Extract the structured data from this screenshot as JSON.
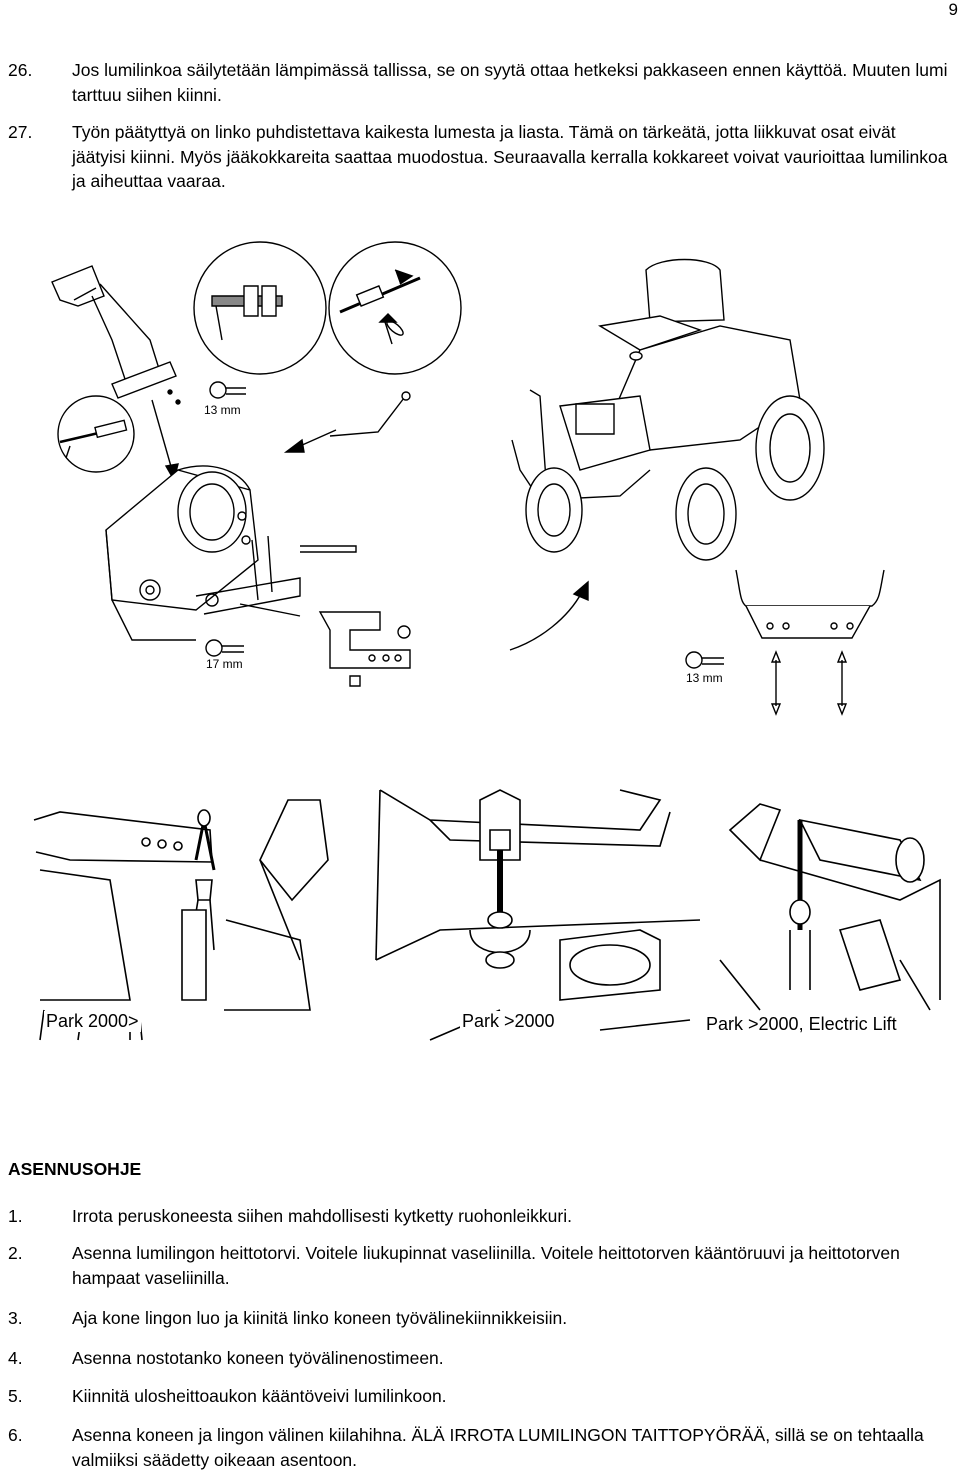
{
  "page_number": "9",
  "top_items": [
    {
      "number": "26.",
      "text": "Jos lumilinkoa säilytetään lämpimässä tallissa, se on syytä ottaa hetkeksi pakkaseen ennen käyttöä. Muuten lumi tarttuu siihen kiinni."
    },
    {
      "number": "27.",
      "text": "Työn päätyttyä on linko puhdistettava kaikesta lumesta ja liasta. Tämä on tärkeätä, jotta liikkuvat osat eivät jäätyisi kiinni. Myös jääkokkareita saattaa muodostua. Seuraavalla kerralla kokkareet voivat vaurioittaa lumilinkoa ja aiheuttaa vaaraa."
    }
  ],
  "figure_top": {
    "wrench_labels": [
      "13 mm",
      "17 mm",
      "13 mm"
    ]
  },
  "figure_bottom": {
    "labels": [
      "Park 2000>",
      "Park >2000",
      "Park >2000, Electric Lift"
    ]
  },
  "heading": "ASENNUSOHJE",
  "instructions": [
    {
      "number": "1.",
      "text": "Irrota peruskoneesta siihen mahdollisesti kytketty ruohonleikkuri."
    },
    {
      "number": "2.",
      "text": "Asenna lumilingon heittotorvi. Voitele liukupinnat vaseliinilla. Voitele heittotorven kääntöruuvi ja heittotorven hampaat vaseliinilla."
    },
    {
      "number": "3.",
      "text": "Aja kone lingon luo ja kiinitä linko koneen työvälinekiinnikkeisiin."
    },
    {
      "number": "4.",
      "text": "Asenna nostotanko koneen työvälinenostimeen."
    },
    {
      "number": "5.",
      "text": "Kiinnitä ulosheittoaukon kääntöveivi lumilinkoon."
    },
    {
      "number": "6.",
      "text": "Asenna koneen ja lingon välinen kiilahihna. ÄLÄ IRROTA LUMILINGON TAITTOPYÖRÄÄ, sillä se on tehtaalla valmiiksi säädetty oikeaan asentoon."
    }
  ]
}
